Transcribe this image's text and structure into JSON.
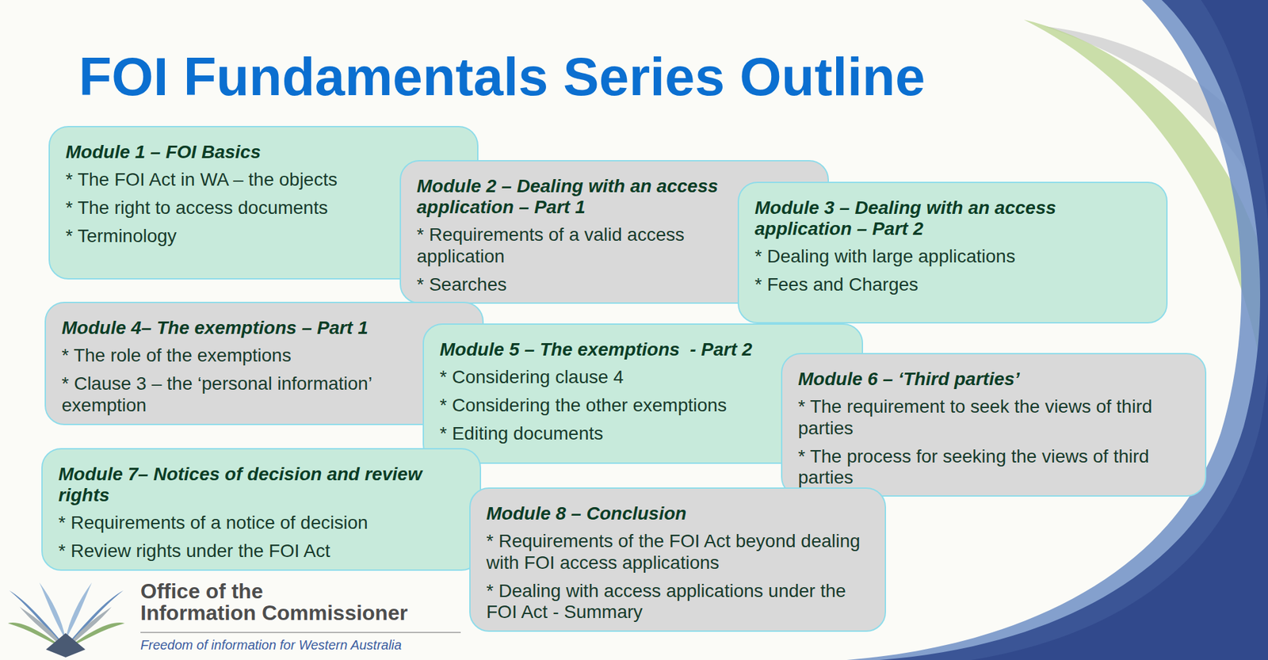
{
  "diagram": {
    "title": "FOI Fundamentals Series Outline",
    "nodes": [
      {
        "text": [
          "Module 1 – FOI Basics",
          "* The FOI Act in WA – the objects",
          "* The right to access documents",
          "* Terminology"
        ]
      },
      {
        "text": [
          "Module 2 – Dealing with an access application – Part 1",
          "* Requirements of a valid access application",
          "* Searches"
        ]
      },
      {
        "text": [
          "Module 3 – Dealing with an access application – Part 2",
          "* Dealing with large applications",
          "* Fees and Charges"
        ]
      },
      {
        "text": [
          "Module 4– The exemptions – Part 1",
          "* The role of the exemptions",
          "* Clause 3 – the ‘personal information’ exemption"
        ]
      },
      {
        "text": [
          "Module 5 – The exemptions  - Part 2",
          "* Considering clause 4",
          "* Considering the other exemptions",
          "* Editing documents"
        ]
      },
      {
        "text": [
          "Module 6 – ‘Third parties’",
          "* The requirement to seek the views of third parties",
          "* The process for seeking the views of third parties"
        ]
      },
      {
        "text": [
          "Module 7– Notices of decision and review rights",
          "* Requirements of a notice of decision",
          "* Review rights under the FOI Act"
        ]
      },
      {
        "text": [
          "Module 8 – Conclusion",
          "* Requirements of the FOI Act beyond dealing with FOI access applications",
          "* Dealing with access applications under the FOI Act - Summary"
        ]
      }
    ],
    "labels": [
      "Office of the",
      "Information Commissioner",
      "Freedom of information for Western Australia"
    ]
  }
}
